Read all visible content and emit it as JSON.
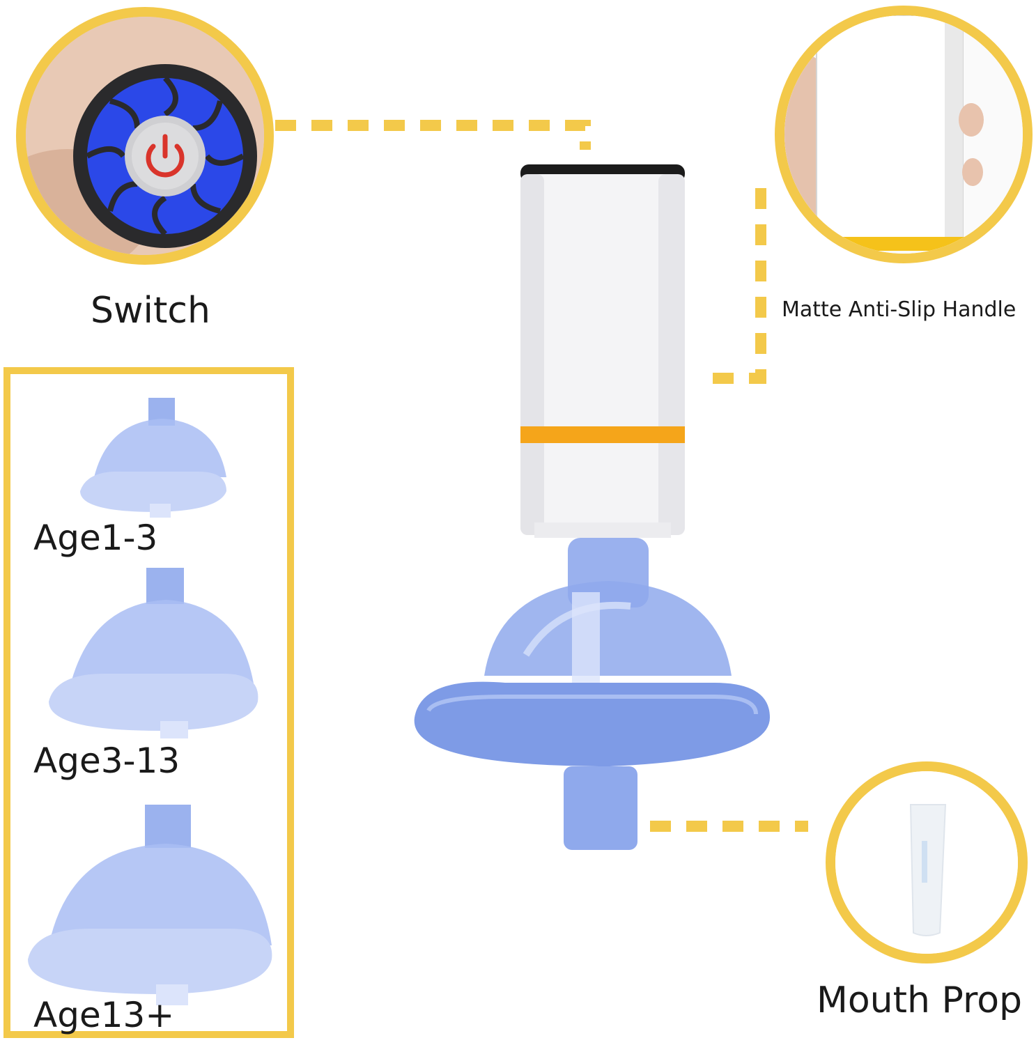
{
  "colors": {
    "accent_yellow": "#F3C94A",
    "mask_blue": "#8FA9EC",
    "band_orange": "#F5A51A",
    "switch_red": "#D9342B",
    "fan_blue": "#2B48E8"
  },
  "callouts": {
    "switch": {
      "label": "Switch",
      "icon": "power-icon"
    },
    "handle": {
      "label": "Matte Anti-Slip Handle"
    },
    "mouth_prop": {
      "label": "Mouth Prop"
    }
  },
  "mask_sizes": [
    {
      "label": "Age1-3"
    },
    {
      "label": "Age3-13"
    },
    {
      "label": "Age13+"
    }
  ]
}
